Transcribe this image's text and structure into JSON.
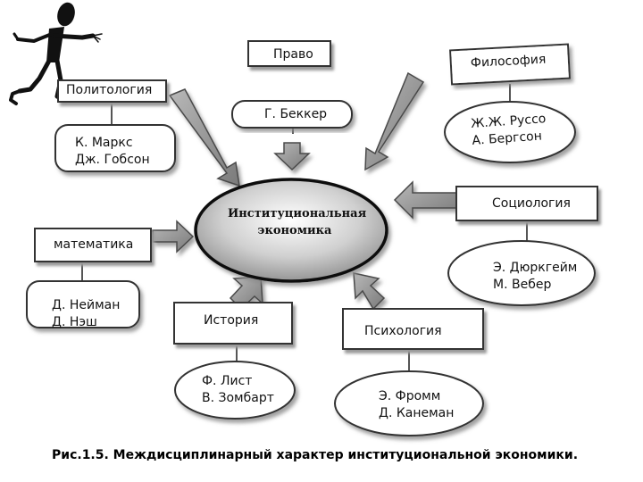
{
  "nodes": {
    "center": "Институциональная\nэкономика",
    "pravo": "Право",
    "filosofia": "Философия",
    "politologia": "Политология",
    "bekker": "Г. Беккер",
    "russo_bergson": "Ж.Ж. Руссо\nА. Бергсон",
    "marks_gobson": "К. Маркс\nДж. Гобсон",
    "sociologia": "Социология",
    "matematika": "математика",
    "durkheim_weber": "Э. Дюркгейм\nМ. Вебер",
    "neyman_nesh": "Д. Нейман\nД. Нэш",
    "istoria": "История",
    "psihologia": "Психология",
    "list_zombart": "Ф. Лист\nВ. Зомбарт",
    "fromm_kaneman": "Э. Фромм\nД. Канеман"
  },
  "caption": "Рис.1.5. Междисциплинарный характер институциональной экономики.",
  "icons": {
    "figure": "pointing-stick-figure-icon"
  },
  "colors": {
    "arrow_fill": "#8e8e8e",
    "arrow_stroke": "#4a4a4a",
    "box_border": "#333333",
    "shadow": "#9a9a9a",
    "center_fill_top": "#ffffff",
    "center_fill_bottom": "#8a8a8a"
  }
}
